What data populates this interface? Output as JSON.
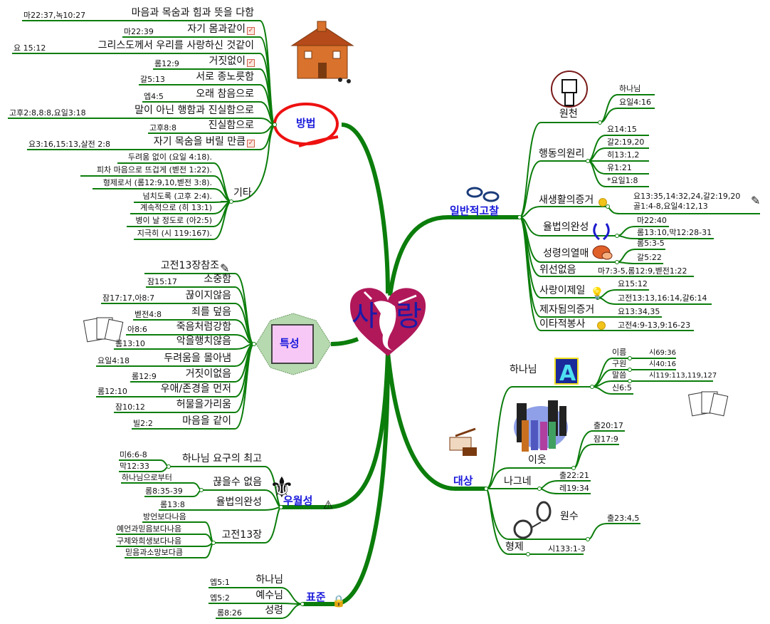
{
  "center": {
    "title_left": "사",
    "title_right": "랑"
  },
  "method": {
    "title": "방법",
    "items": [
      {
        "ref": "마22:37,녹10:27",
        "label": "마음과 목숨과 힘과 뜻을 다함"
      },
      {
        "ref": "마22:39",
        "label": "자기 몸과같이"
      },
      {
        "ref": "요 15:12",
        "label": "그리스도께서 우리를 사랑하신 것같이"
      },
      {
        "ref": "롬12:9",
        "label": "거짓없이"
      },
      {
        "ref": "갈5:13",
        "label": "서로 종노릇함"
      },
      {
        "ref": "엡4:5",
        "label": "오래 참음으로"
      },
      {
        "ref": "고후2:8,8:8,요일3:18",
        "label": "말이 아닌 행함과 진실함으로"
      },
      {
        "ref": "고후8:8",
        "label": "진실함으로"
      },
      {
        "ref": "요3:16,15:13,살전 2:8",
        "label": "자기 목숨을 버릴 만큼"
      }
    ],
    "other": {
      "label": "기타",
      "items": [
        "두려움 없이 (요일 4:18).",
        "피차 마음으로 뜨겁게 (벧전 1:22).",
        "형제로서 (롬12:9,10,벧전 3:8).",
        "넘치도록 (고후 2:4).",
        "계속적으로 (히 13:1)",
        "병이 날 정도로 (아2:5)",
        "지극히 (시 119:167)."
      ]
    }
  },
  "traits": {
    "title": "특성",
    "header": "고전13장참조",
    "items": [
      {
        "ref": "잠15:17",
        "label": "소중함"
      },
      {
        "ref": "잠17:17,아8:7",
        "label": "끊이지않음"
      },
      {
        "ref": "벧전4:8",
        "label": "죄를 덮음"
      },
      {
        "ref": "아8:6",
        "label": "죽음처럼강함"
      },
      {
        "ref": "롬13:10",
        "label": "악을행치않음"
      },
      {
        "ref": "요일4:18",
        "label": "두려움을 몰아냄"
      },
      {
        "ref": "롬12:9",
        "label": "거짓이없음"
      },
      {
        "ref": "롬12:10",
        "label": "우애/존경을 먼저"
      },
      {
        "ref": "잠10:12",
        "label": "허물을가리움"
      },
      {
        "ref": "빌2:2",
        "label": "마음을 같이"
      }
    ]
  },
  "superiority": {
    "title": "우월성",
    "items": [
      {
        "label": "하나님 요구의 최고",
        "refs": [
          "미6:6-8",
          "막12:33"
        ]
      },
      {
        "label": "끊을수 없음",
        "refs": [
          "하나님으로부터",
          "롬8:35-39"
        ]
      },
      {
        "label": "율법의완성",
        "refs": [
          "롬13:8"
        ]
      },
      {
        "label": "고전13장",
        "refs": [
          "방언보다나음",
          "예언과믿음보다나음",
          "구제와희생보다나음",
          "믿음과소망보다큼"
        ]
      }
    ]
  },
  "standard": {
    "title": "표준",
    "items": [
      {
        "ref": "엡5:1",
        "label": "하나님"
      },
      {
        "ref": "엡5:2",
        "label": "예수님"
      },
      {
        "ref": "롬8:26",
        "label": "성령"
      }
    ]
  },
  "general": {
    "title": "일반적고찰",
    "items": [
      {
        "label": "원천",
        "refs": [
          "하나님",
          "요일4:16"
        ]
      },
      {
        "label": "행동의원리",
        "refs": [
          "요14:15",
          "갈2:19,20",
          "히13:1,2",
          "유1:21",
          "*요일1:8"
        ]
      },
      {
        "label": "새생활의증거",
        "refs": [
          "요13:35,14:32,24,갈2:19,20",
          "골1:4-8,요일4:12,13"
        ]
      },
      {
        "label": "율법의완성",
        "refs": [
          "마22:40",
          "롬13:10,막12:28-31"
        ]
      },
      {
        "label": "성령의열매",
        "refs": [
          "롬5:3-5",
          "갈5:22"
        ]
      },
      {
        "label": "위선없음",
        "refs": [
          "마7:3-5,롬12:9,벧전1:22"
        ]
      },
      {
        "label": "사랑이제일",
        "refs": [
          "요15:12",
          "고전13:13,16:14,갈6:14"
        ]
      },
      {
        "label": "제자됨의증거",
        "refs": [
          "요13:34,35"
        ]
      },
      {
        "label": "이타적봉사",
        "refs": [
          "고전4:9-13,9:16-23"
        ]
      }
    ]
  },
  "object": {
    "title": "대상",
    "items": [
      {
        "label": "하나님",
        "subs": [
          {
            "label": "이름",
            "ref": "시69:36"
          },
          {
            "label": "구원",
            "ref": "시40:16"
          },
          {
            "label": "말씀",
            "ref": "시119:113,119,127"
          },
          {
            "label": "신6:5"
          }
        ]
      },
      {
        "label": "이웃",
        "refs": [
          "출20:17",
          "잠17:9"
        ]
      },
      {
        "label": "나그네",
        "refs": [
          "출22:21",
          "레19:34"
        ]
      },
      {
        "label": "원수",
        "refs": [
          "출23:4,5"
        ]
      },
      {
        "label": "형제",
        "refs": [
          "시133:1-3"
        ]
      }
    ]
  },
  "colors": {
    "branch": "#0b7d0b",
    "title": "#1a1adb",
    "heart": "#b0185a",
    "method_ring": "#ee1111"
  }
}
